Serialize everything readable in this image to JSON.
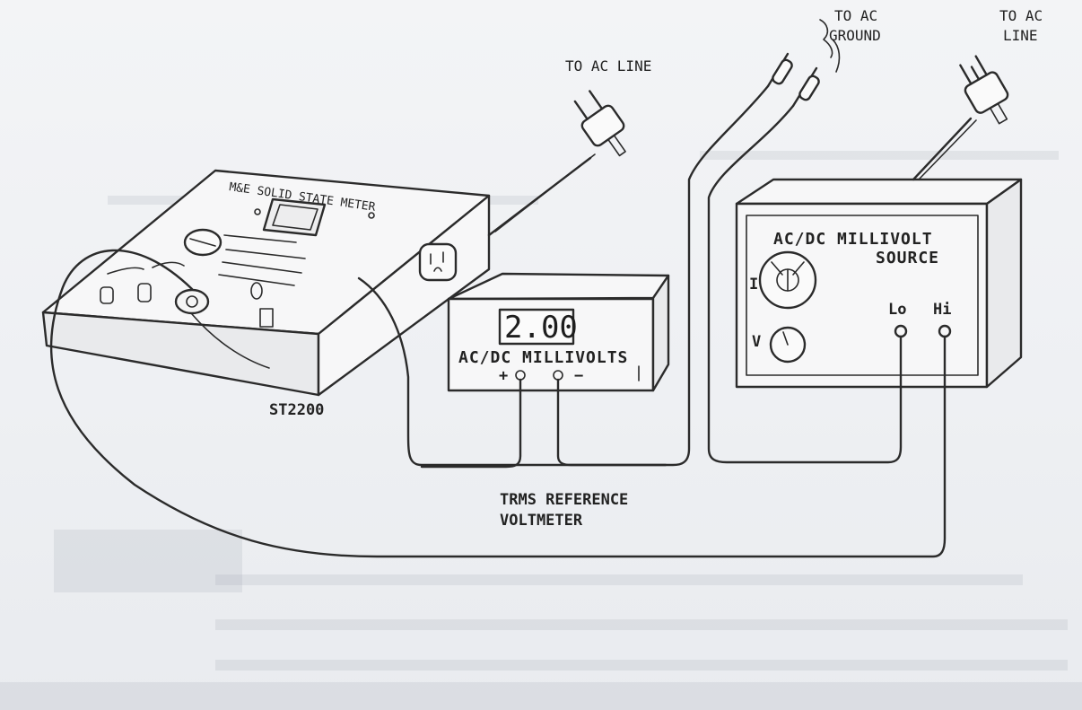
{
  "labels": {
    "to_ac_line_left": "TO AC LINE",
    "to_ac_ground_1": "TO AC",
    "to_ac_ground_2": "GROUND",
    "to_ac_line_right_1": "TO AC",
    "to_ac_line_right_2": "LINE",
    "device_name": "ST2200",
    "voltmeter_display": "2.00",
    "voltmeter_panel": "AC/DC MILLIVOLTS",
    "voltmeter_plus": "+",
    "voltmeter_minus": "−",
    "reference_1": "TRMS REFERENCE",
    "reference_2": "VOLTMETER",
    "source_line1": "AC/DC MILLIVOLT",
    "source_line2": "SOURCE",
    "source_lo": "Lo",
    "source_hi": "Hi",
    "source_i": "I",
    "source_v": "V"
  },
  "colors": {
    "ink": "#2b2b2b",
    "paper": "#f4f5f7"
  },
  "icons": [
    "ac-plug-icon",
    "banana-plug-icon",
    "knob-icon",
    "meter-icon",
    "outlet-icon"
  ]
}
